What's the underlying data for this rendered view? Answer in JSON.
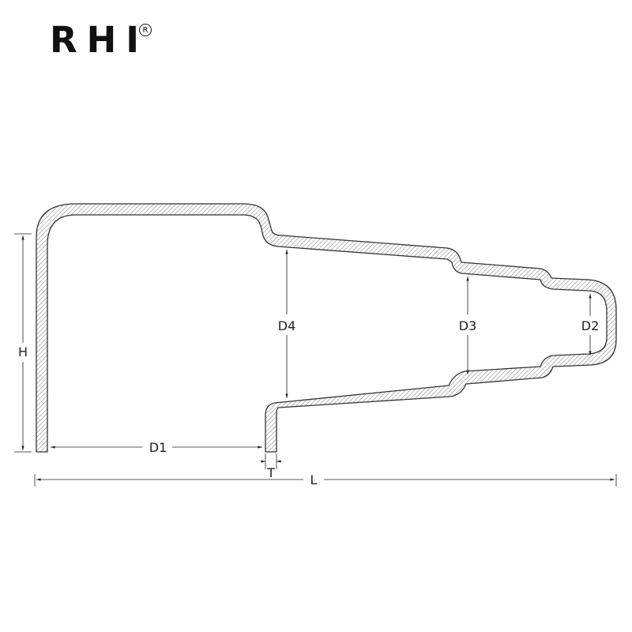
{
  "logo": {
    "text": "RHI",
    "registered_mark": "R"
  },
  "dimensions": {
    "H": "H",
    "D1": "D1",
    "D2": "D2",
    "D3": "D3",
    "D4": "D4",
    "T": "T",
    "L": "L"
  },
  "colors": {
    "outline": "#333333",
    "hatch": "#777777",
    "dimension_line": "#222222"
  }
}
